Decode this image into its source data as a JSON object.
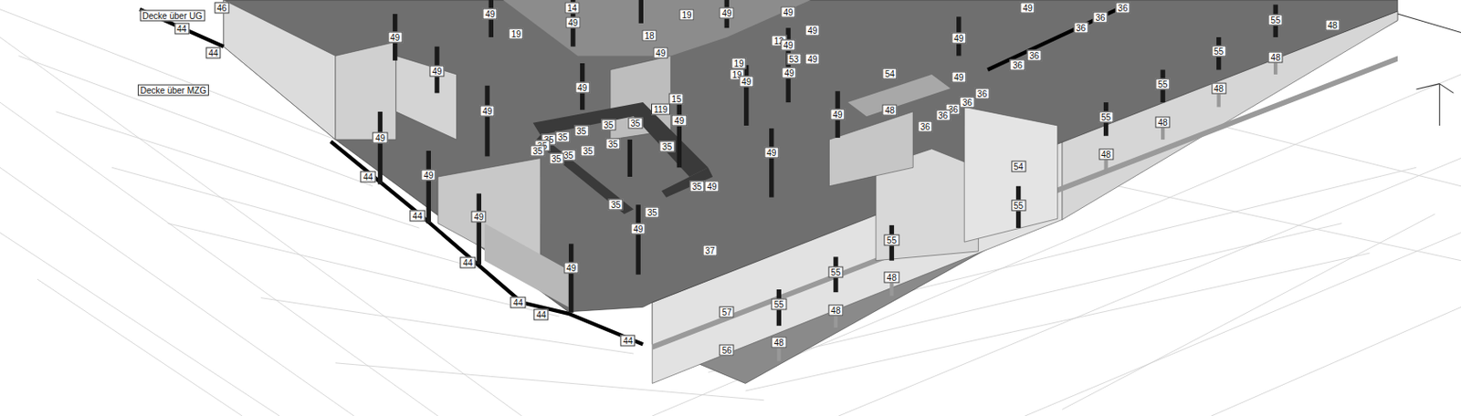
{
  "diagram": {
    "labels": [
      "Decke über UG",
      "Decke über MZG",
      "46",
      "44",
      "44",
      "49",
      "49",
      "19",
      "14",
      "49",
      "19",
      "18",
      "49",
      "49",
      "49",
      "49",
      "12",
      "49",
      "19",
      "53",
      "49",
      "19",
      "49",
      "49",
      "49",
      "49",
      "49",
      "15",
      "119",
      "49",
      "35",
      "35",
      "35",
      "35",
      "35",
      "35",
      "35",
      "35",
      "35",
      "35",
      "35",
      "35",
      "35",
      "49",
      "35",
      "35",
      "49",
      "37",
      "49",
      "44",
      "49",
      "44",
      "49",
      "44",
      "49",
      "44",
      "44",
      "44",
      "49",
      "49",
      "48",
      "54",
      "49",
      "49",
      "49",
      "36",
      "36",
      "36",
      "36",
      "36",
      "36",
      "36",
      "36",
      "36",
      "36",
      "55",
      "48",
      "48",
      "55",
      "48",
      "55",
      "48",
      "55",
      "48",
      "54",
      "55",
      "55",
      "48",
      "55",
      "48",
      "55",
      "48",
      "57",
      "56"
    ]
  }
}
